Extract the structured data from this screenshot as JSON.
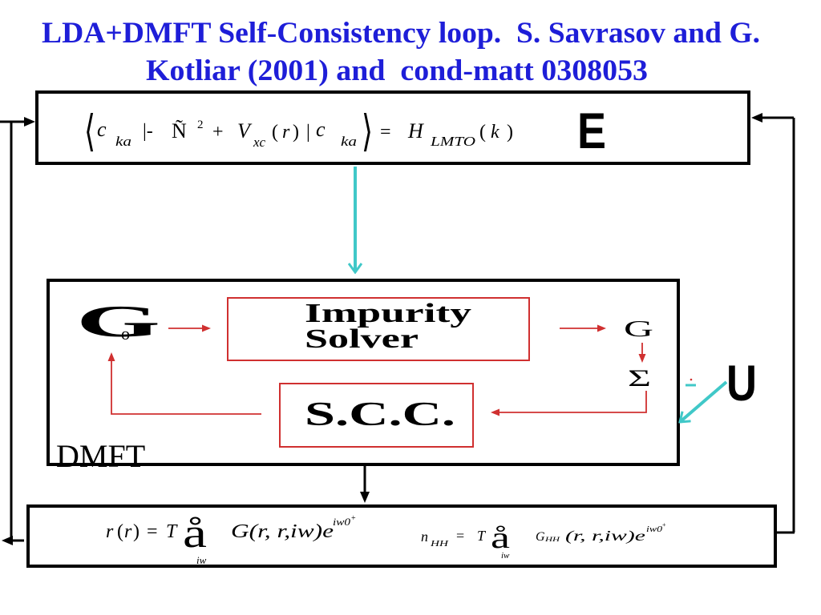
{
  "title": {
    "line1": "LDA+DMFT Self-Consistency loop.  S. Savrasov and G.",
    "line2": "Kotliar (2001) and  cond-matt 0308053"
  },
  "colors": {
    "title": "#1e1ed8",
    "solver_loop": "#d03030",
    "transfer_arrows": "#40c8c8",
    "ink": "#000000"
  },
  "lda_box": {
    "formula": {
      "bra": "⟨",
      "chi_left": "c",
      "chi_left_sub": "ka",
      "operator": "|-",
      "nabla": "Ñ",
      "nabla_power": "2",
      "plus": "+",
      "potential": "V",
      "potential_sub": "xc",
      "potential_arg_open": "(",
      "potential_arg": "r",
      "potential_arg_close": ")",
      "bar": "|",
      "chi_right": "c",
      "chi_right_sub": "ka",
      "ket": "⟩",
      "equals": "=",
      "hamiltonian": "H",
      "hamiltonian_sub": "LMTO",
      "hamiltonian_arg_open": "(",
      "hamiltonian_arg": "k",
      "hamiltonian_arg_close": ")"
    },
    "label": "E"
  },
  "dmft_box": {
    "label": "DMFT",
    "bath_green_function": {
      "symbol": "G",
      "subscript": "o"
    },
    "impurity_solver": {
      "line1": "Impurity",
      "line2": "Solver"
    },
    "local_green_function": "G",
    "self_energy": "Σ",
    "self_consistency": "S.C.C."
  },
  "interaction_label": "U",
  "density_box": {
    "density_formula": {
      "rho": "r",
      "arg_open": "(",
      "arg": "r",
      "arg_close": ")",
      "equals": "=",
      "temperature": "T",
      "sum": "å",
      "sum_index": "iw",
      "green": "G(r, r,iw)e",
      "exponent": "iw0",
      "exponent_sign": "+"
    },
    "occupancy_formula": {
      "n": "n",
      "n_sub": "HH",
      "equals": "=",
      "temperature": "T",
      "sum": "å",
      "sum_index": "iw",
      "green": "G",
      "green_sub": "HH",
      "green_args": "(r, r,iw)e",
      "exponent": "iw0",
      "exponent_sign": "+"
    }
  }
}
